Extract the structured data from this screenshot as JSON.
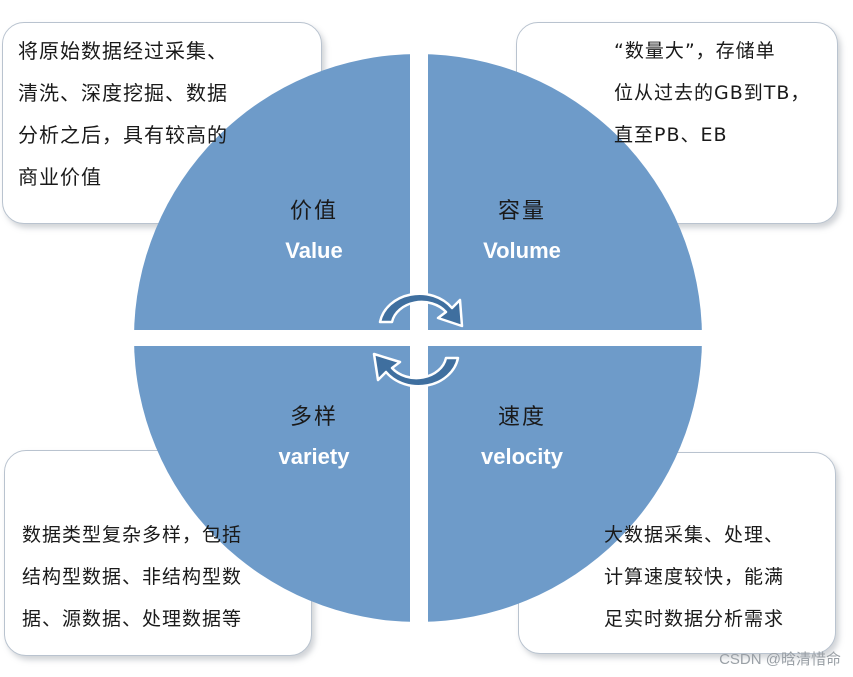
{
  "colors": {
    "quadrant": "#6e9bc9",
    "quadrant_edge": "#5a86b3",
    "arrow": "#3f6f9f",
    "box_border": "#b9c3cf"
  },
  "quadrants": {
    "value": {
      "zh": "价值",
      "en": "Value"
    },
    "volume": {
      "zh": "容量",
      "en": "Volume"
    },
    "variety": {
      "zh": "多样",
      "en": "variety"
    },
    "velocity": {
      "zh": "速度",
      "en": "velocity"
    }
  },
  "boxes": {
    "top_left": "将原始数据经过采集、\n清洗、深度挖掘、数据\n分析之后，具有较高的\n商业价值",
    "top_right": "“数量大”，存储单\n位从过去的GB到TB，\n直至PB、EB",
    "bottom_left": "数据类型复杂多样，包括\n结构型数据、非结构型数\n据、源数据、处理数据等",
    "bottom_right": "大数据采集、处理、\n计算速度较快，能满\n足实时数据分析需求"
  },
  "icons": {
    "cycle_top": "curved-arrow-clockwise-icon",
    "cycle_bottom": "curved-arrow-clockwise-icon"
  },
  "watermark": "CSDN @晗清惜命"
}
